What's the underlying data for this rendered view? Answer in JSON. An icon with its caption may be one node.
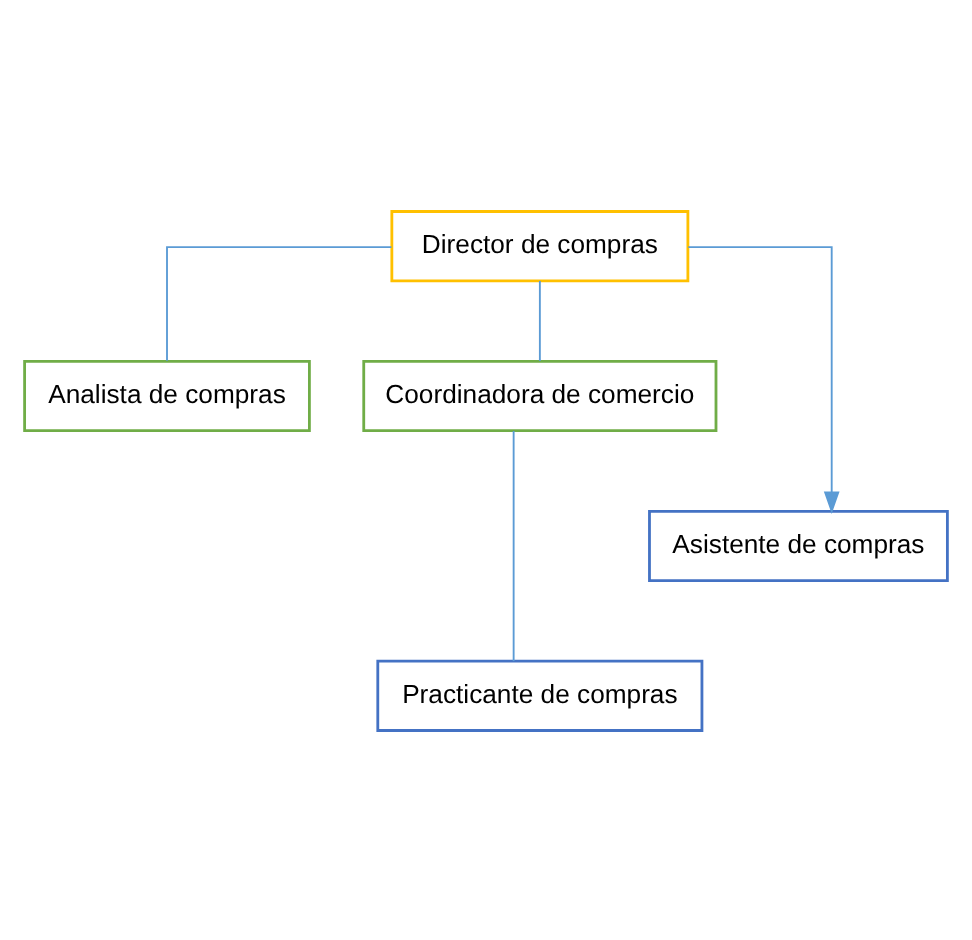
{
  "diagram": {
    "nodes": [
      {
        "text": [
          "Director de compras"
        ]
      },
      {
        "text": [
          "Analista de compras"
        ]
      },
      {
        "text": [
          "Coordinadora de comercio"
        ]
      },
      {
        "text": [
          "Asistente de compras"
        ]
      },
      {
        "text": [
          "Practicante de compras"
        ]
      }
    ],
    "edges": [
      {
        "from": 0,
        "to": 1,
        "arrow": "none"
      },
      {
        "from": 0,
        "to": 2,
        "arrow": "none"
      },
      {
        "from": 0,
        "to": 3,
        "arrow": "to"
      },
      {
        "from": 2,
        "to": 4,
        "arrow": "none"
      }
    ]
  }
}
